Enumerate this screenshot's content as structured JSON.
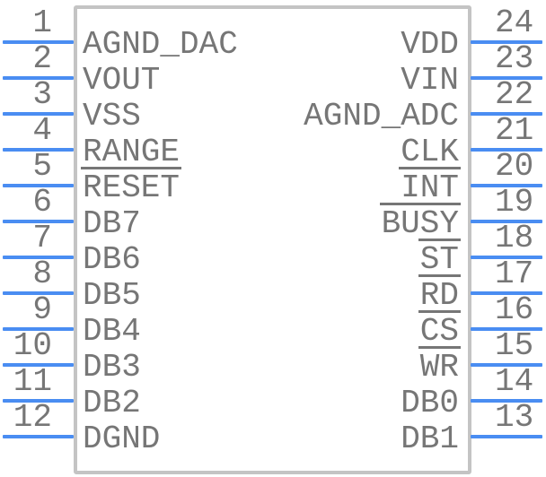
{
  "colors": {
    "blue": "#4a8df2",
    "gray": "#767676",
    "border": "#c4c4c4",
    "bodyfill": "#ffffff"
  },
  "pins": {
    "left": [
      {
        "number": "1",
        "name": "AGND_DAC",
        "overline": false
      },
      {
        "number": "2",
        "name": "VOUT",
        "overline": false
      },
      {
        "number": "3",
        "name": "VSS",
        "overline": false
      },
      {
        "number": "4",
        "name": "RANGE",
        "overline": false
      },
      {
        "number": "5",
        "name": "RESET",
        "overline": true
      },
      {
        "number": "6",
        "name": "DB7",
        "overline": false
      },
      {
        "number": "7",
        "name": "DB6",
        "overline": false
      },
      {
        "number": "8",
        "name": "DB5",
        "overline": false
      },
      {
        "number": "9",
        "name": "DB4",
        "overline": false
      },
      {
        "number": "10",
        "name": "DB3",
        "overline": false
      },
      {
        "number": "11",
        "name": "DB2",
        "overline": false
      },
      {
        "number": "12",
        "name": "DGND",
        "overline": false
      }
    ],
    "right": [
      {
        "number": "24",
        "name": "VDD",
        "overline": false
      },
      {
        "number": "23",
        "name": "VIN",
        "overline": false
      },
      {
        "number": "22",
        "name": "AGND_ADC",
        "overline": false
      },
      {
        "number": "21",
        "name": "CLK",
        "overline": false
      },
      {
        "number": "20",
        "name": "INT",
        "overline": true
      },
      {
        "number": "19",
        "name": "BUSY",
        "overline": true
      },
      {
        "number": "18",
        "name": "ST",
        "overline": true
      },
      {
        "number": "17",
        "name": "RD",
        "overline": true
      },
      {
        "number": "16",
        "name": "CS",
        "overline": true
      },
      {
        "number": "15",
        "name": "WR",
        "overline": true
      },
      {
        "number": "14",
        "name": "DB0",
        "overline": false
      },
      {
        "number": "13",
        "name": "DB1",
        "overline": false
      }
    ]
  }
}
